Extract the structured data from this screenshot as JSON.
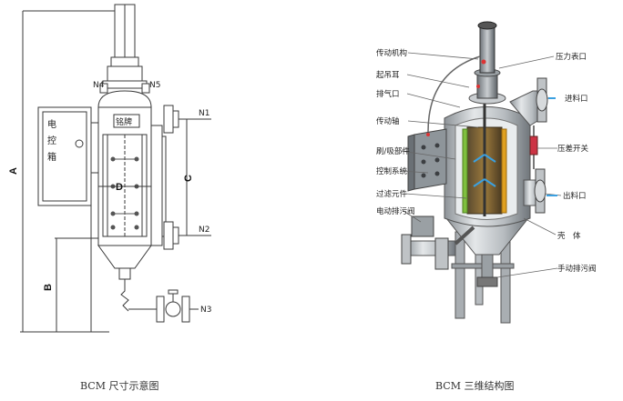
{
  "captions": {
    "left": "BCM 尺寸示意图",
    "right": "BCM 三维结构图"
  },
  "left_diagram": {
    "dims": {
      "A": "A",
      "B": "B",
      "C": "C",
      "D": "D"
    },
    "nozzles": {
      "N1": "N1",
      "N2": "N2",
      "N3": "N3",
      "N4": "N4",
      "N5": "N5"
    },
    "control_box": [
      "电",
      "控",
      "箱"
    ],
    "nameplate": "铭牌"
  },
  "right_diagram": {
    "left_labels": [
      "传动机构",
      "起吊耳",
      "排气口",
      "传动轴",
      "刷/吸部件",
      "控制系统",
      "过滤元件",
      "电动排污阀"
    ],
    "right_labels": [
      "压力表口",
      "进料口",
      "压差开关",
      "出料口",
      "壳　体",
      "手动排污阀"
    ]
  },
  "colors": {
    "line": "#3a3a3a",
    "shell": "#bfc3c6",
    "shell_dark": "#7d8388",
    "accent_green": "#7fbf3f",
    "accent_orange": "#e0a020",
    "accent_red": "#d33"
  }
}
